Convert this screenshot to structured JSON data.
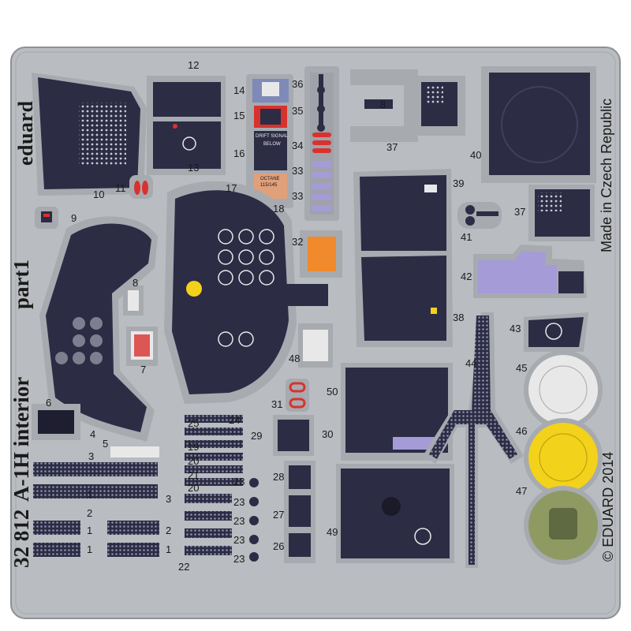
{
  "fret": {
    "brand": "eduard",
    "product_code": "32 812",
    "product_name": "A-1H interior",
    "part": "part1",
    "made_in": "Made in Czech Republic",
    "copyright": "© EDUARD 2014"
  },
  "part_labels": [
    {
      "id": "p1a",
      "text": "1"
    },
    {
      "id": "p1b",
      "text": "1"
    },
    {
      "id": "p1c",
      "text": "1"
    },
    {
      "id": "p1d",
      "text": "1"
    },
    {
      "id": "p2a",
      "text": "2"
    },
    {
      "id": "p2b",
      "text": "2"
    },
    {
      "id": "p3a",
      "text": "3"
    },
    {
      "id": "p3b",
      "text": "3"
    },
    {
      "id": "p4",
      "text": "4"
    },
    {
      "id": "p5",
      "text": "5"
    },
    {
      "id": "p6",
      "text": "6"
    },
    {
      "id": "p7",
      "text": "7"
    },
    {
      "id": "p8a",
      "text": "8"
    },
    {
      "id": "p8b",
      "text": "8"
    },
    {
      "id": "p9",
      "text": "9"
    },
    {
      "id": "p10",
      "text": "10"
    },
    {
      "id": "p11",
      "text": "11"
    },
    {
      "id": "p12",
      "text": "12"
    },
    {
      "id": "p13",
      "text": "13"
    },
    {
      "id": "p14",
      "text": "14"
    },
    {
      "id": "p15",
      "text": "15"
    },
    {
      "id": "p16",
      "text": "16"
    },
    {
      "id": "p17",
      "text": "17"
    },
    {
      "id": "p18",
      "text": "18"
    },
    {
      "id": "p19",
      "text": "19"
    },
    {
      "id": "p20a",
      "text": "20"
    },
    {
      "id": "p20b",
      "text": "20"
    },
    {
      "id": "p21",
      "text": "21"
    },
    {
      "id": "p22",
      "text": "22"
    },
    {
      "id": "p23a",
      "text": "23"
    },
    {
      "id": "p23b",
      "text": "23"
    },
    {
      "id": "p23c",
      "text": "23"
    },
    {
      "id": "p23d",
      "text": "23"
    },
    {
      "id": "p23e",
      "text": "23"
    },
    {
      "id": "p24",
      "text": "24"
    },
    {
      "id": "p25",
      "text": "25"
    },
    {
      "id": "p26",
      "text": "26"
    },
    {
      "id": "p27",
      "text": "27"
    },
    {
      "id": "p28",
      "text": "28"
    },
    {
      "id": "p29",
      "text": "29"
    },
    {
      "id": "p30",
      "text": "30"
    },
    {
      "id": "p31",
      "text": "31"
    },
    {
      "id": "p32",
      "text": "32"
    },
    {
      "id": "p33a",
      "text": "33"
    },
    {
      "id": "p33b",
      "text": "33"
    },
    {
      "id": "p34",
      "text": "34"
    },
    {
      "id": "p35",
      "text": "35"
    },
    {
      "id": "p36",
      "text": "36"
    },
    {
      "id": "p37a",
      "text": "37"
    },
    {
      "id": "p37b",
      "text": "37"
    },
    {
      "id": "p38",
      "text": "38"
    },
    {
      "id": "p39",
      "text": "39"
    },
    {
      "id": "p40",
      "text": "40"
    },
    {
      "id": "p41",
      "text": "41"
    },
    {
      "id": "p42",
      "text": "42"
    },
    {
      "id": "p43",
      "text": "43"
    },
    {
      "id": "p44",
      "text": "44"
    },
    {
      "id": "p45",
      "text": "45"
    },
    {
      "id": "p46",
      "text": "46"
    },
    {
      "id": "p47",
      "text": "47"
    },
    {
      "id": "p48",
      "text": "48"
    },
    {
      "id": "p49",
      "text": "49"
    },
    {
      "id": "p50",
      "text": "50"
    }
  ],
  "placard_text": {
    "drift_signal": "DRIFT SIGNAL",
    "below": "BELOW",
    "octane": "OCTANE",
    "octane_value": "115/145"
  },
  "colors": {
    "fret_metal": "#b9bcc0",
    "fret_edge": "#8d9095",
    "panel_navy": "#2c2c45",
    "instrument_white": "#e8e8e8",
    "warning_red": "#d8322e",
    "lavender": "#a59bd6",
    "orange": "#f08a2c",
    "yellow": "#f2d21a",
    "olive_green": "#8e9a62"
  }
}
